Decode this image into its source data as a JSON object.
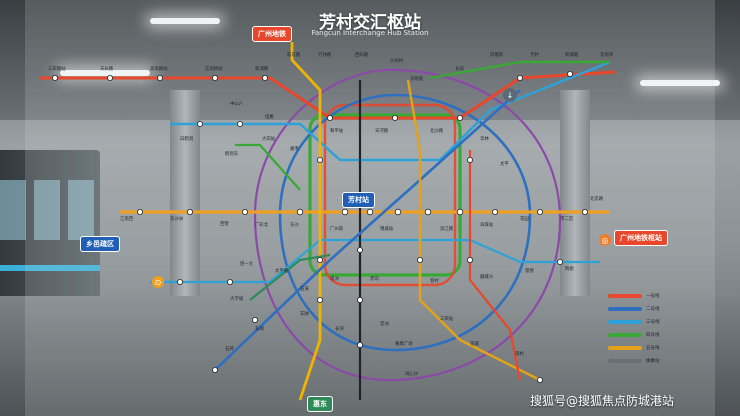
{
  "map": {
    "title": "芳村交汇枢站",
    "subtitle": "Fangcun Interchange Hub Station"
  },
  "tags": {
    "guangzhou_metro": "广州地铁",
    "district": "乡邑疏区",
    "hub": "广州地铁枢站",
    "center": "芳村站",
    "bottom": "惠东"
  },
  "station_labels": [
    "三荣路站",
    "天长路",
    "高荣路站",
    "庄岗桥站",
    "新浦路",
    "前东路",
    "万钟路",
    "西屿路",
    "沙坝村",
    "东晓南",
    "长岗",
    "凤凰新",
    "芳村",
    "新城路",
    "花地湾",
    "中山八",
    "坦尾",
    "白鹤洞",
    "鹤洞东",
    "大岗站",
    "嘉禾",
    "和平站",
    "天河路",
    "北沙路",
    "华林",
    "太平",
    "江南西",
    "东沙洲",
    "西塱",
    "广彩北",
    "东沙",
    "广州南",
    "锦城站",
    "滨江路",
    "海珠站",
    "花园",
    "市二宫",
    "北京路",
    "团一大",
    "太平路",
    "石溪",
    "南洲",
    "赤岗",
    "客村",
    "磨碟沙",
    "猎德",
    "陶街",
    "大学城",
    "东湖",
    "石牌",
    "车陂",
    "长湾",
    "官洲",
    "番禺广场",
    "三荣站",
    "花城",
    "南村",
    "海心沙"
  ],
  "legend": [
    {
      "label": "一号线",
      "color": "#e8472b"
    },
    {
      "label": "二号线",
      "color": "#2f6fbf"
    },
    {
      "label": "三号线",
      "color": "#2ea2d8"
    },
    {
      "label": "四号线",
      "color": "#39a935"
    },
    {
      "label": "五号线",
      "color": "#e3a21a"
    },
    {
      "label": "换乘站",
      "color": "#6b6f73"
    }
  ],
  "watermark": "搜狐号@搜狐焦点防城港站",
  "colors": {
    "red": "#e8472b",
    "blue": "#2f6fbf",
    "cyan": "#2ea2d8",
    "green": "#39a935",
    "orange": "#ee7d2b",
    "purple": "#8b4aa8",
    "yellow": "#f0b400"
  }
}
